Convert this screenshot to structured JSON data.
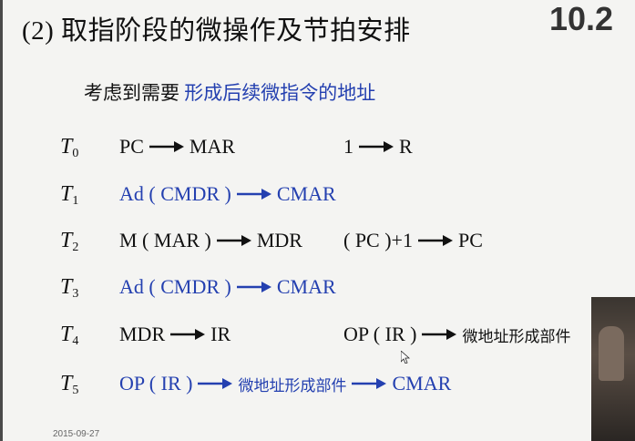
{
  "header": {
    "title": "(2) 取指阶段的微操作及节拍安排",
    "section_number": "10.2"
  },
  "subtitle": {
    "prefix": "考虑到需要 ",
    "highlight": "形成后续微指令的地址"
  },
  "rows": [
    {
      "t": "T",
      "sub": "0",
      "a_src": "PC",
      "a_dst": "MAR",
      "b_src": "1",
      "b_dst": "R"
    },
    {
      "t": "T",
      "sub": "1",
      "a_src": "Ad ( CMDR )",
      "a_dst": "CMAR"
    },
    {
      "t": "T",
      "sub": "2",
      "a_src": "M ( MAR )",
      "a_dst": "MDR",
      "b_src": "( PC )+1",
      "b_dst": "PC"
    },
    {
      "t": "T",
      "sub": "3",
      "a_src": "Ad ( CMDR )",
      "a_dst": "CMAR"
    },
    {
      "t": "T",
      "sub": "4",
      "a_src": "MDR",
      "a_dst": "IR",
      "b_src": "OP ( IR )",
      "b_dst": "微地址形成部件"
    },
    {
      "t": "T",
      "sub": "5",
      "a_src": "OP ( IR )",
      "a_mid": "微地址形成部件",
      "a_dst": "CMAR"
    }
  ],
  "footer": {
    "date": "2015-09-27"
  },
  "colors": {
    "accent_blue": "#2440b0",
    "text": "#111111",
    "background": "#f4f4f2"
  }
}
